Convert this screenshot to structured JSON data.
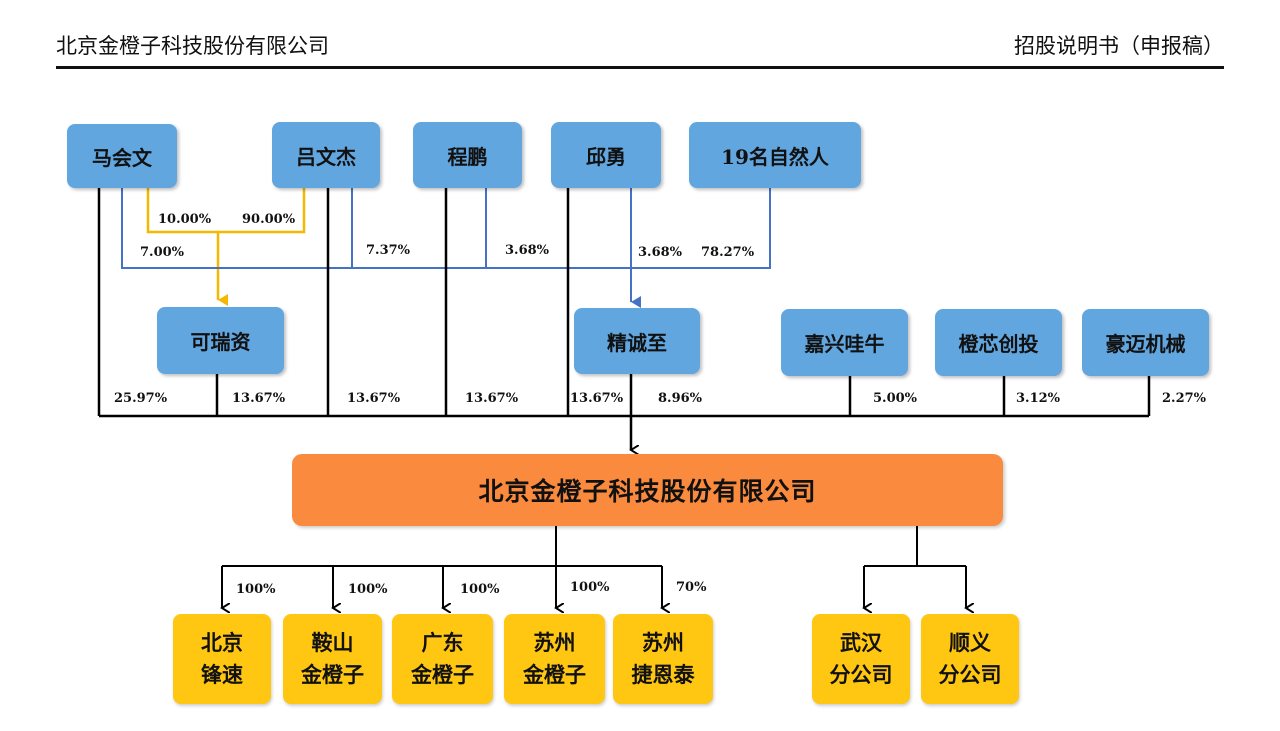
{
  "header": {
    "company": "北京金橙子科技股份有限公司",
    "doc_type": "招股说明书（申报稿）"
  },
  "shareholders": {
    "ma_huiwen": "马会文",
    "lv_wenjie": "吕文杰",
    "cheng_peng": "程鹏",
    "qiu_yong": "邱勇",
    "natural_persons": "19名自然人",
    "kerui": "可瑞资",
    "jingchengzhi": "精诚至",
    "jiaxing_waniu": "嘉兴哇牛",
    "chengxin_chuangtou": "橙芯创投",
    "haomai_jixie": "豪迈机械"
  },
  "percentages": {
    "ma_to_kerui": "10.00%",
    "lv_to_kerui": "90.00%",
    "ma_to_jcz": "7.00%",
    "lv_to_jcz": "7.37%",
    "cheng_to_jcz": "3.68%",
    "qiu_to_jcz": "3.68%",
    "nat_to_jcz": "78.27%",
    "ma_direct": "25.97%",
    "kerui_direct": "13.67%",
    "lv_direct": "13.67%",
    "cheng_direct": "13.67%",
    "qiu_direct": "13.67%",
    "jcz_direct": "8.96%",
    "jiaxing_direct": "5.00%",
    "chengxin_direct": "3.12%",
    "haomai_direct": "2.27%",
    "sub_beijing": "100%",
    "sub_anshan": "100%",
    "sub_guangdong": "100%",
    "sub_suzhou": "100%",
    "sub_jieentai": "70%"
  },
  "company": "北京金橙子科技股份有限公司",
  "subsidiaries": [
    {
      "line1": "北京",
      "line2": "锋速"
    },
    {
      "line1": "鞍山",
      "line2": "金橙子"
    },
    {
      "line1": "广东",
      "line2": "金橙子"
    },
    {
      "line1": "苏州",
      "line2": "金橙子"
    },
    {
      "line1": "苏州",
      "line2": "捷恩泰"
    }
  ],
  "branches": [
    {
      "line1": "武汉",
      "line2": "分公司"
    },
    {
      "line1": "顺义",
      "line2": "分公司"
    }
  ],
  "colors": {
    "shareholder_box": "#62a6e0",
    "company_box": "#fa8a3d",
    "subsidiary_box": "#ffc612",
    "kerui_line": "#f5b800",
    "jcz_line": "#4472c4",
    "main_line": "#000000"
  }
}
